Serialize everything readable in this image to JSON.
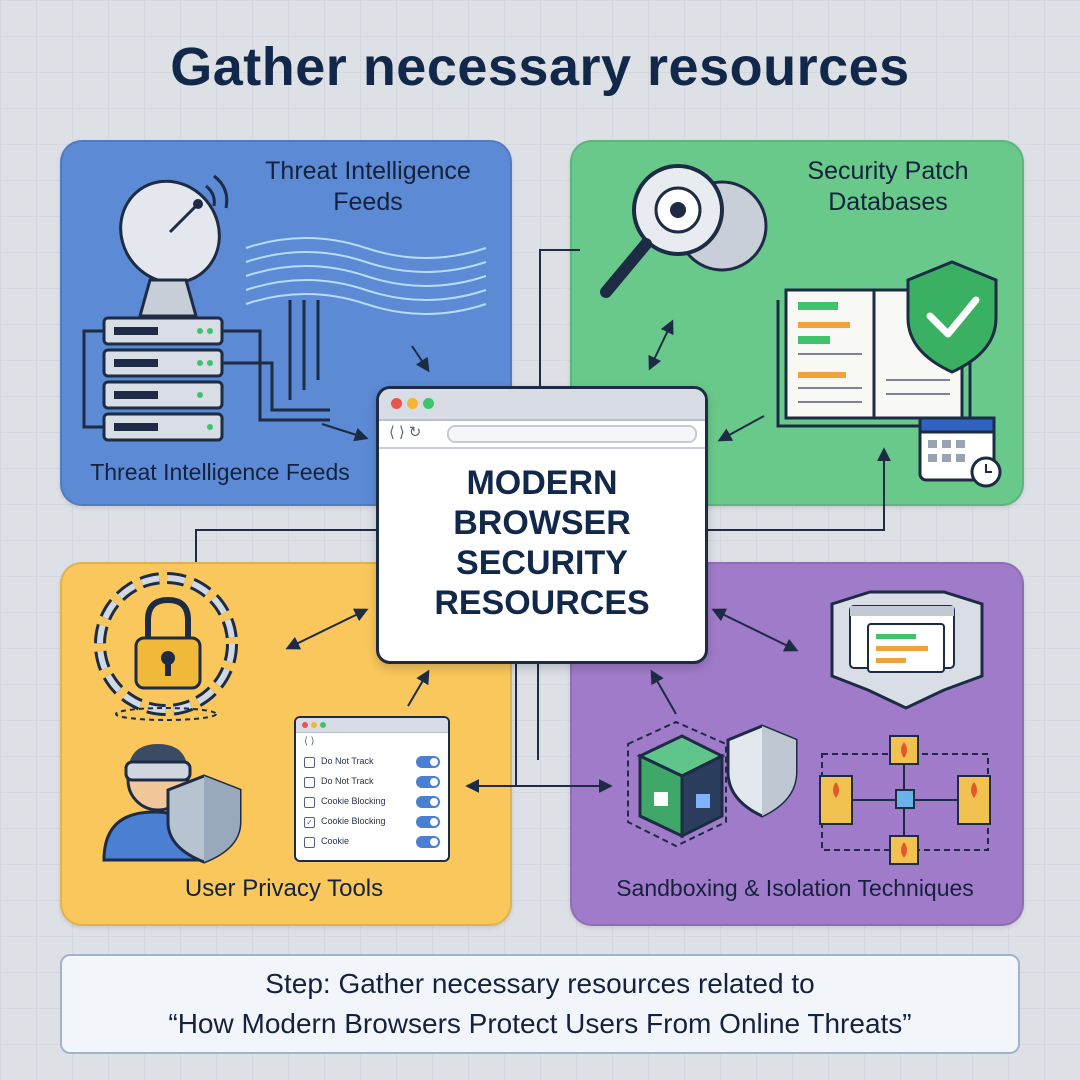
{
  "title": "Gather necessary resources",
  "center": {
    "lines": [
      "MODERN",
      "BROWSER",
      "SECURITY",
      "RESOURCES"
    ]
  },
  "panels": {
    "threat": {
      "title": "Threat Intelligence Feeds",
      "caption": "Threat Intelligence Feeds",
      "color": "#5c8ad4"
    },
    "patch": {
      "title": "Security Patch Databases",
      "color": "#69c98a"
    },
    "privacy": {
      "caption": "User Privacy Tools",
      "color": "#f9c75b",
      "settings": [
        {
          "label": "Do Not Track",
          "checked": false
        },
        {
          "label": "Do Not Track",
          "checked": false
        },
        {
          "label": "Cookie Blocking",
          "checked": false
        },
        {
          "label": "Cookie Blocking",
          "checked": true
        },
        {
          "label": "Cookie",
          "checked": false
        }
      ]
    },
    "sandbox": {
      "caption": "Sandboxing & Isolation Techniques",
      "color": "#a07bc9"
    }
  },
  "note": {
    "line1": "Step: Gather necessary resources related to",
    "line2": "“How Modern Browsers Protect Users From Online Threats”"
  },
  "icons": {
    "threat": [
      "satellite-dish-icon",
      "server-rack-icon",
      "data-stream-icon"
    ],
    "patch": [
      "magnifier-gear-icon",
      "open-book-icon",
      "shield-check-icon",
      "calendar-icon"
    ],
    "privacy": [
      "chain-lock-icon",
      "masked-user-icon",
      "shield-icon"
    ],
    "sandbox": [
      "sandbox-window-icon",
      "isolation-cube-icon",
      "shield-icon",
      "firewall-network-icon"
    ]
  }
}
